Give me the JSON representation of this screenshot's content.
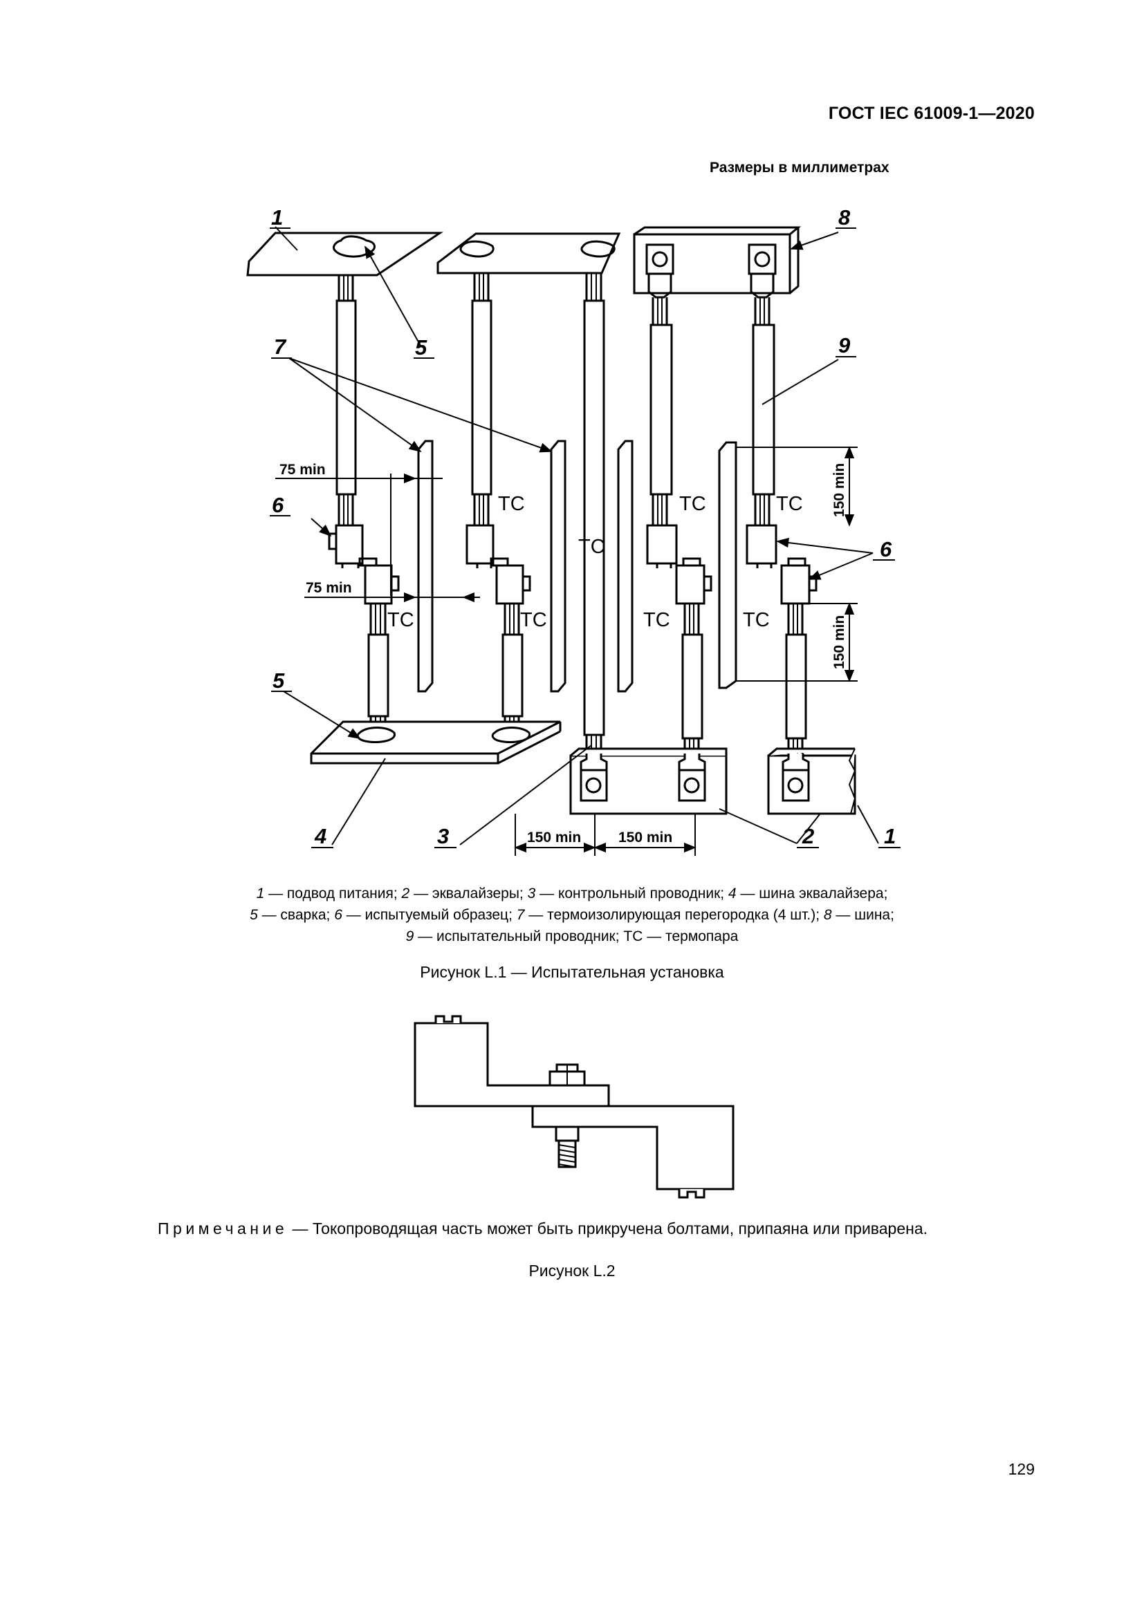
{
  "header": {
    "standard": "ГОСТ IEC 61009-1—2020",
    "dimensions_note": "Размеры в миллиметрах"
  },
  "figure1": {
    "callouts": {
      "c1": "1",
      "c2": "2",
      "c3": "3",
      "c4": "4",
      "c5": "5",
      "c6": "6",
      "c7": "7",
      "c8": "8",
      "c9": "9"
    },
    "dimensions": {
      "d75": "75 min",
      "d150": "150 min"
    },
    "tc": "TC",
    "legend": {
      "l1n": "1",
      "l1t": " — подвод питания; ",
      "l2n": "2",
      "l2t": " — эквалайзеры; ",
      "l3n": "3",
      "l3t": " — контрольный проводник; ",
      "l4n": "4",
      "l4t": " — шина эквалайзера;",
      "l5n": "5",
      "l5t": " — сварка; ",
      "l6n": "6",
      "l6t": " — испытуемый образец; ",
      "l7n": "7",
      "l7t": " — термоизолирующая перегородка (4 шт.); ",
      "l8n": "8",
      "l8t": " — шина;",
      "l9n": "9",
      "l9t": " — испытательный проводник; TC — термопара"
    },
    "title": "Рисунок L.1 — Испытательная установка"
  },
  "note": {
    "label": "Примечание",
    "text": " — Токопроводящая часть может быть прикручена болтами, припаяна или приварена."
  },
  "figure2": {
    "title": "Рисунок L.2"
  },
  "footer": {
    "page_number": "129"
  }
}
